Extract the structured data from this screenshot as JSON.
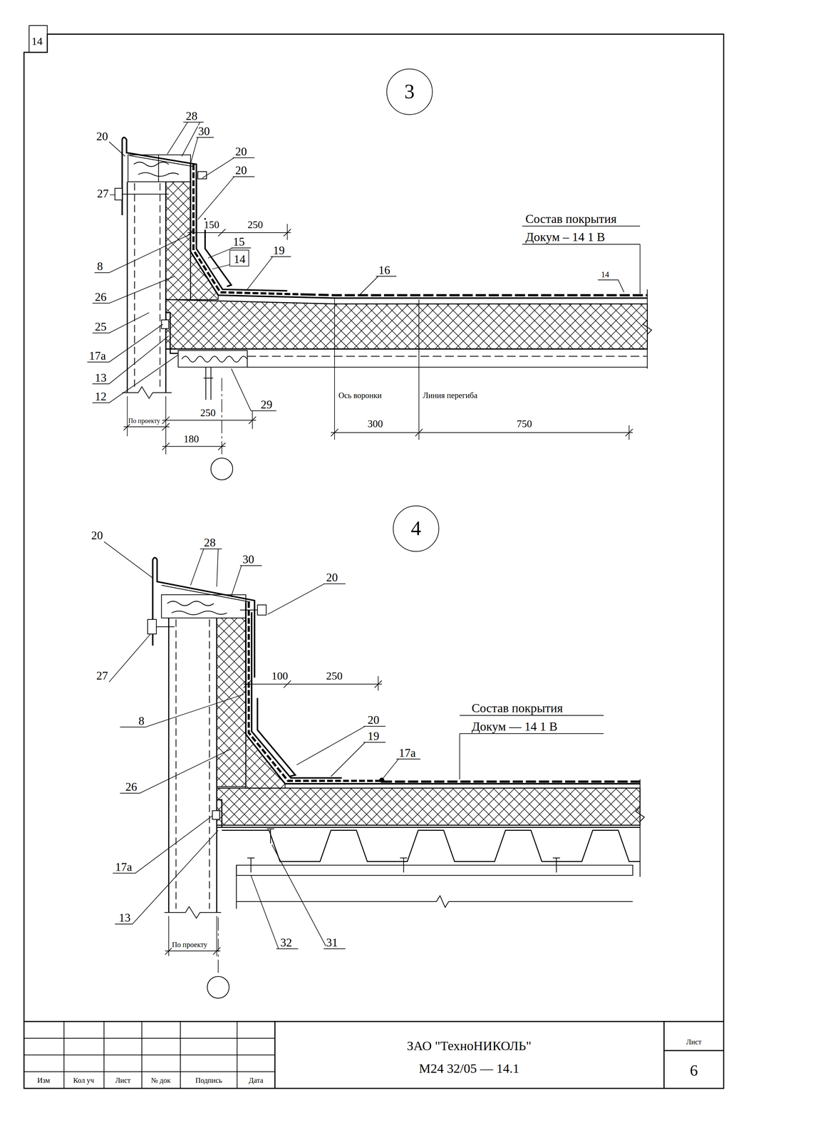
{
  "diagram": {
    "nodes": [
      {
        "text": [
          "3"
        ]
      },
      {
        "text": [
          "4"
        ]
      }
    ],
    "labels": [
      "14",
      "20",
      "28",
      "30",
      "20",
      "20",
      "27",
      "150",
      "250",
      "Состав покрытия",
      "Докум – 14 1 В",
      "15",
      "14",
      "19",
      "8",
      "16",
      "14",
      "26",
      "25",
      "17а",
      "13",
      "12",
      "29",
      "Ось воронки",
      "Линия перегиба",
      "По проекту",
      "250",
      "180",
      "300",
      "750",
      "20",
      "28",
      "30",
      "20",
      "27",
      "100",
      "250",
      "Состав покрытия",
      "Докум — 14 1 В",
      "8",
      "20",
      "19",
      "17а",
      "26",
      "17а",
      "13",
      "По проекту",
      "32",
      "31",
      "Изм",
      "Кол уч",
      "Лист",
      "№ док",
      "Подпись",
      "Дата",
      "ЗАО \"ТехноНИКОЛЬ\"",
      "М24 32/05 — 14.1",
      "Лист",
      "6"
    ]
  }
}
